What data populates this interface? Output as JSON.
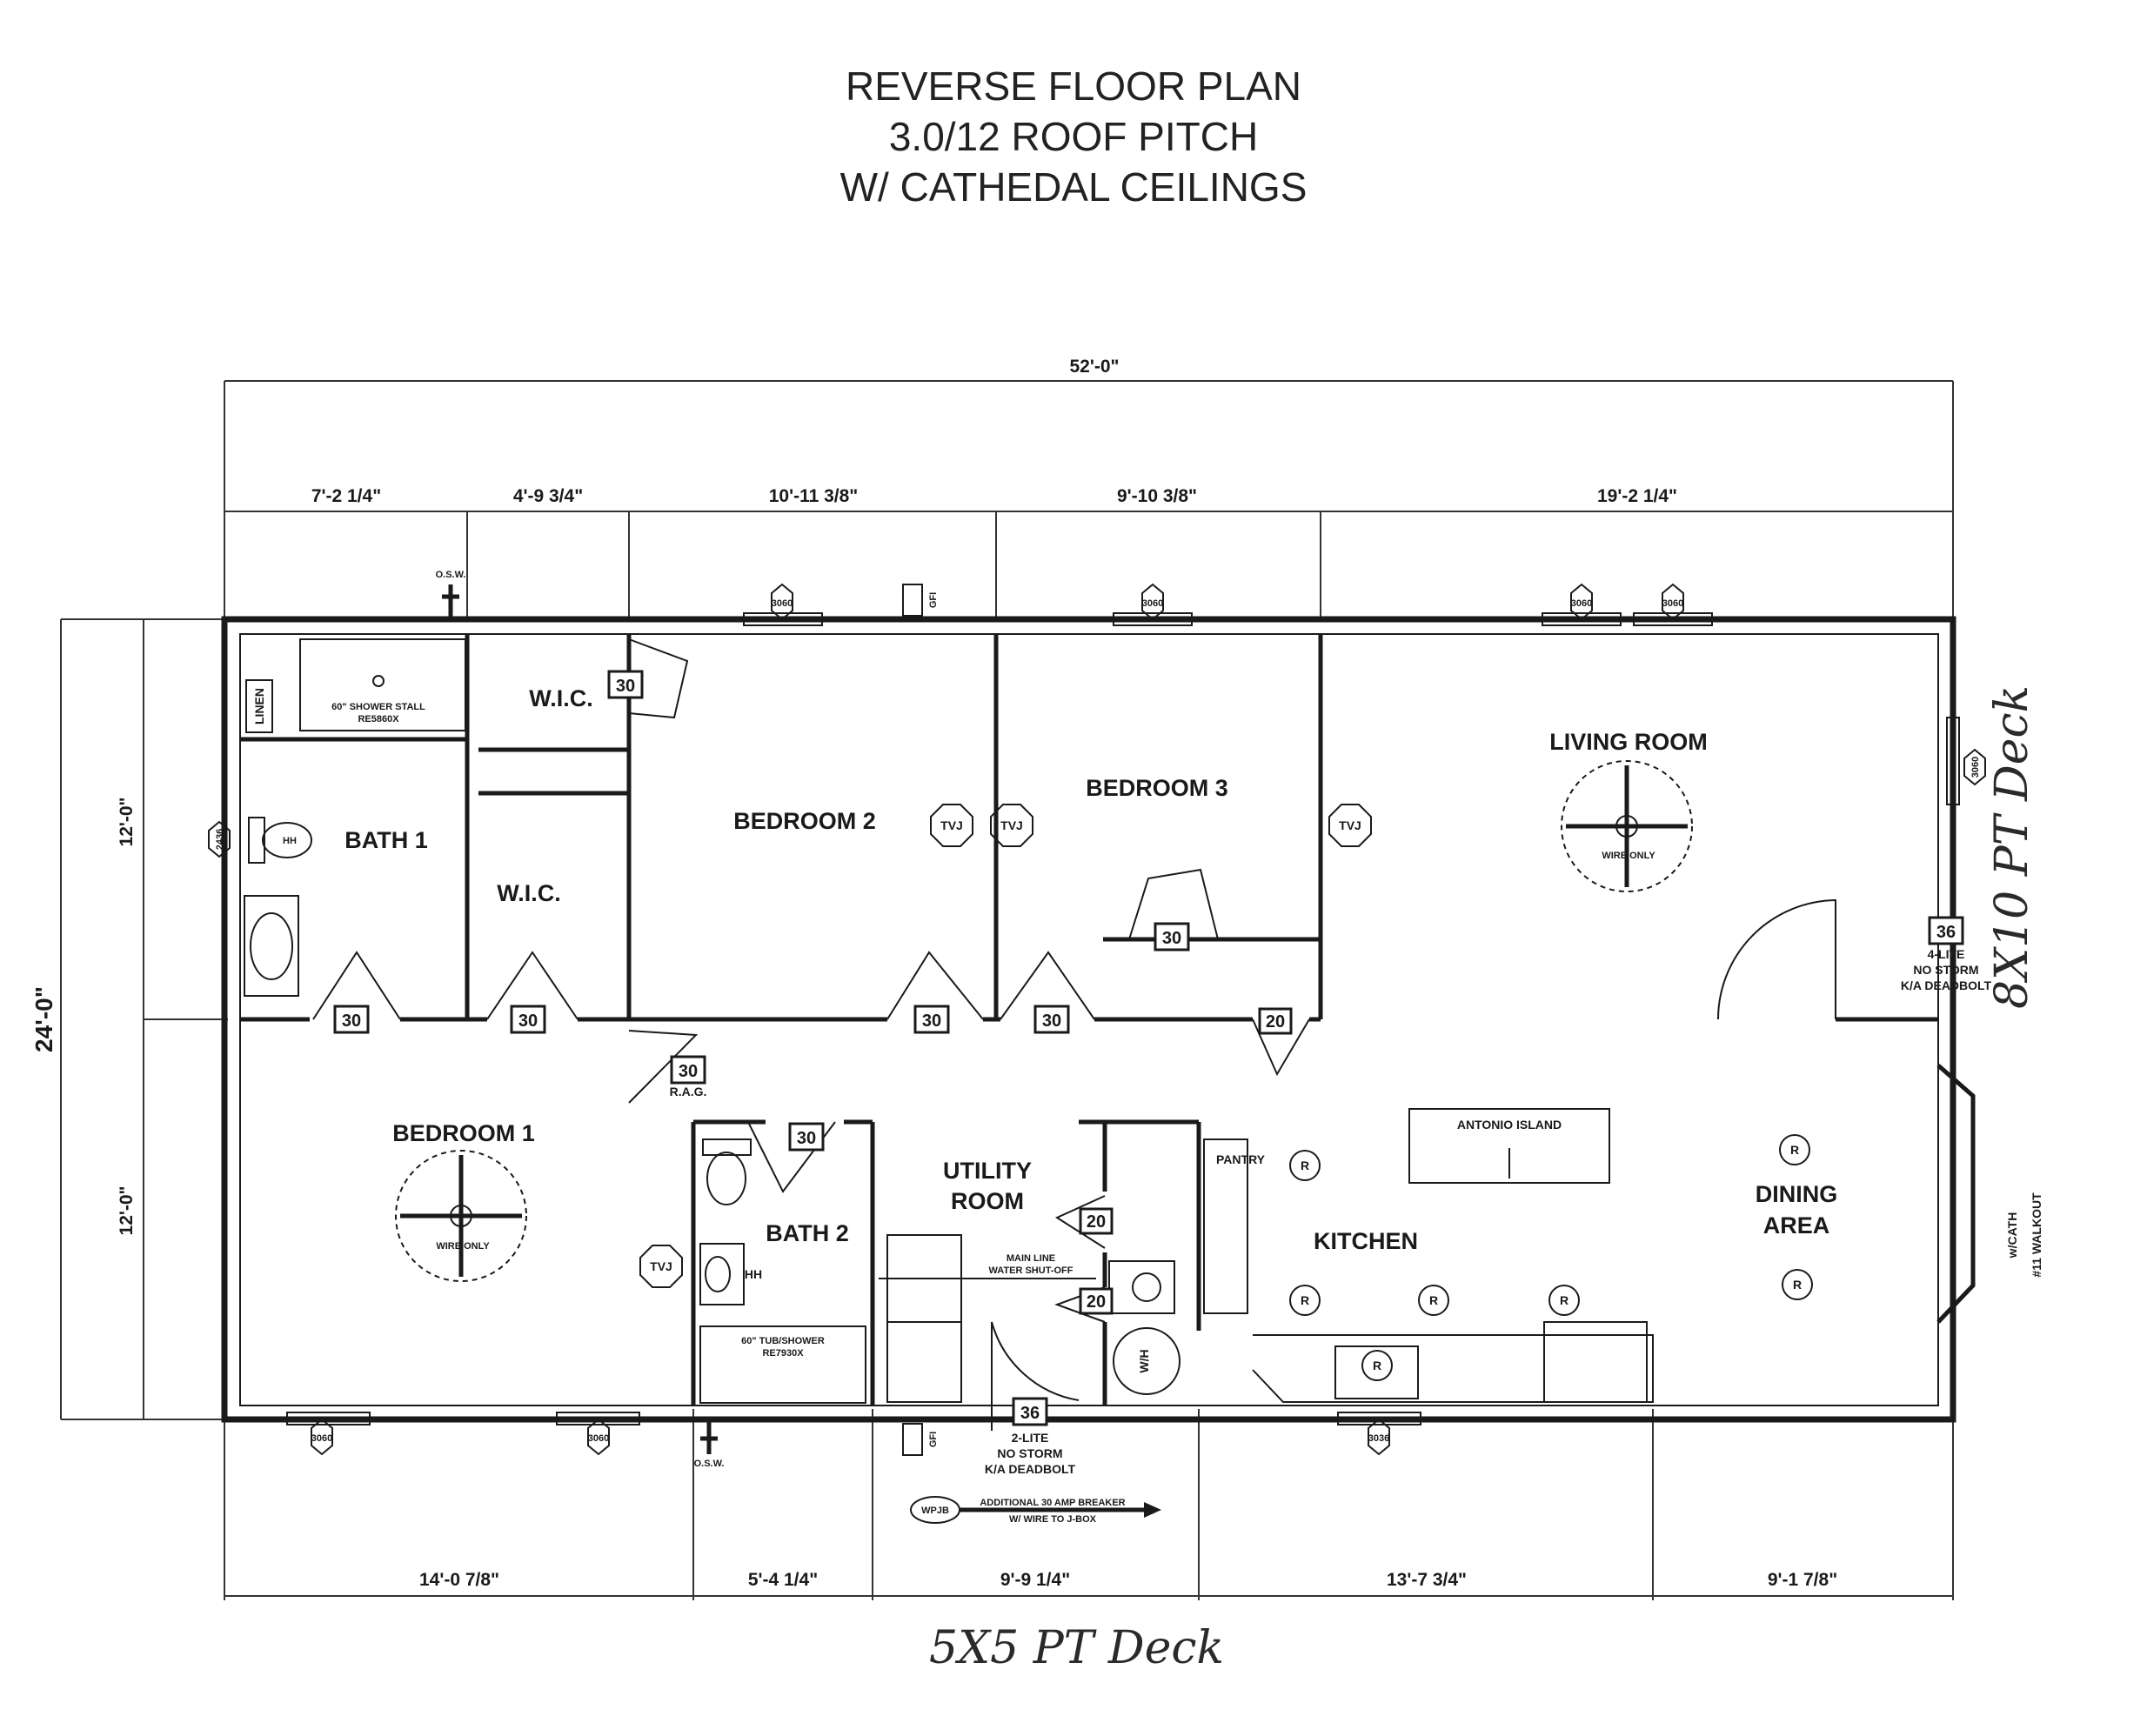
{
  "title": {
    "line1": "REVERSE FLOOR PLAN",
    "line2": "3.0/12 ROOF PITCH",
    "line3": "W/ CATHEDAL CEILINGS"
  },
  "dimensions": {
    "overall_width": "52'-0\"",
    "overall_depth": "24'-0\"",
    "depth_top_half": "12'-0\"",
    "depth_bottom_half": "12'-0\"",
    "top_segments": [
      "7'-2 1/4\"",
      "4'-9 3/4\"",
      "10'-11 3/8\"",
      "9'-10 3/8\"",
      "19'-2 1/4\""
    ],
    "bottom_segments": [
      "14'-0 7/8\"",
      "5'-4 1/4\"",
      "9'-9 1/4\"",
      "13'-7 3/4\"",
      "9'-1 7/8\""
    ]
  },
  "rooms": {
    "wic_1": "W.I.C.",
    "wic_2": "W.I.C.",
    "bath_1": "BATH 1",
    "bedroom_2": "BEDROOM 2",
    "bedroom_3": "BEDROOM 3",
    "living_room": "LIVING ROOM",
    "bedroom_1": "BEDROOM 1",
    "bath_2": "BATH 2",
    "utility_room_1": "UTILITY",
    "utility_room_2": "ROOM",
    "kitchen": "KITCHEN",
    "dining_1": "DINING",
    "dining_2": "AREA",
    "pantry": "PANTRY",
    "island": "ANTONIO ISLAND",
    "linen": "LINEN"
  },
  "fixtures": {
    "shower_stall": "60\" SHOWER STALL",
    "shower_model": "RE5860X",
    "tub_shower": "60\" TUB/SHOWER",
    "tub_model": "RE7930X",
    "hh": "HH",
    "wire_only": "WIRE ONLY",
    "tvj": "TVJ",
    "range_symbol": "R",
    "wh": "W/H",
    "osw": "O.S.W.",
    "gfi": "GFI",
    "wpjb": "WPJB",
    "rag": "R.A.G.",
    "main_line_1": "MAIN LINE",
    "main_line_2": "WATER SHUT-OFF",
    "window_3060": "3060",
    "window_2436": "2436",
    "window_3036": "3036"
  },
  "door_sizes": {
    "d30": "30",
    "d20": "20",
    "d36": "36"
  },
  "doors": {
    "front_36_a": "4-LITE",
    "front_36_b": "NO STORM",
    "front_36_c": "K/A DEADBOLT",
    "rear_36_a": "2-LITE",
    "rear_36_b": "NO STORM",
    "rear_36_c": "K/A DEADBOLT",
    "walkout_a": "w/CATH",
    "walkout_b": "#11 WALKOUT"
  },
  "notes": {
    "breaker_1": "ADDITIONAL 30 AMP BREAKER",
    "breaker_2": "W/ WIRE TO J-BOX",
    "hand_right": "8X10 PT Deck",
    "hand_bottom": "5X5 PT Deck"
  }
}
